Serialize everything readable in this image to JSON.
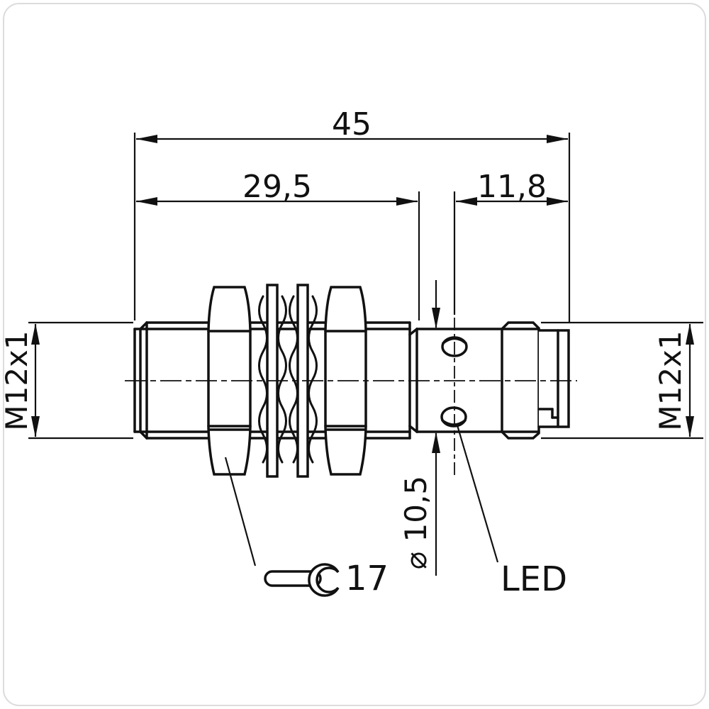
{
  "colors": {
    "ink": "#111111",
    "background": "#ffffff",
    "frame": "#dcdcdc"
  },
  "dimensions": {
    "overall_length": "45",
    "thread_length": "29,5",
    "rear_section_length": "11,8",
    "thread_size_left": "M12x1",
    "thread_size_right": "M12x1",
    "body_diameter": "⌀ 10,5",
    "wrench_size": "17",
    "led_label": "LED"
  }
}
